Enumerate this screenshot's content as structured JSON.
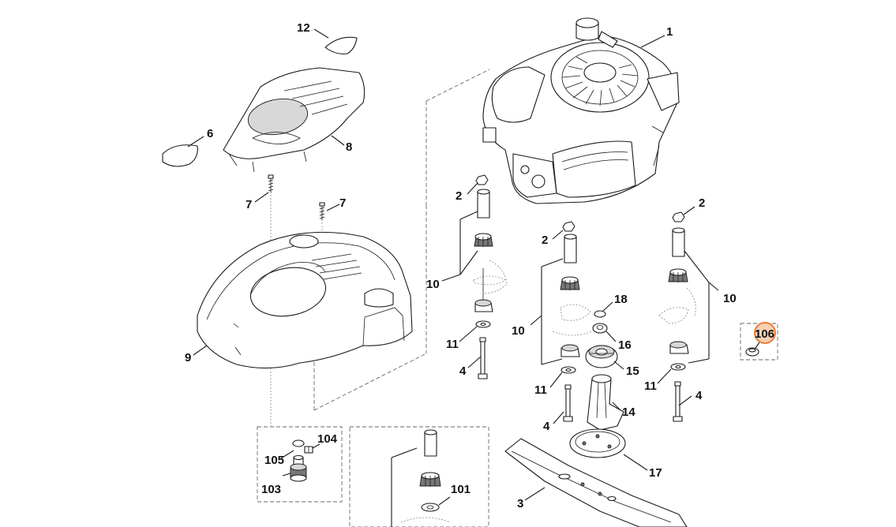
{
  "diagram": {
    "callouts": [
      {
        "id": "c1",
        "text": "1"
      },
      {
        "id": "c2a",
        "text": "2"
      },
      {
        "id": "c2b",
        "text": "2"
      },
      {
        "id": "c2c",
        "text": "2"
      },
      {
        "id": "c3",
        "text": "3"
      },
      {
        "id": "c4a",
        "text": "4"
      },
      {
        "id": "c4b",
        "text": "4"
      },
      {
        "id": "c4c",
        "text": "4"
      },
      {
        "id": "c6",
        "text": "6"
      },
      {
        "id": "c7a",
        "text": "7"
      },
      {
        "id": "c7b",
        "text": "7"
      },
      {
        "id": "c8",
        "text": "8"
      },
      {
        "id": "c9",
        "text": "9"
      },
      {
        "id": "c10a",
        "text": "10"
      },
      {
        "id": "c10b",
        "text": "10"
      },
      {
        "id": "c10c",
        "text": "10"
      },
      {
        "id": "c11a",
        "text": "11"
      },
      {
        "id": "c11b",
        "text": "11"
      },
      {
        "id": "c11c",
        "text": "11"
      },
      {
        "id": "c12",
        "text": "12"
      },
      {
        "id": "c14",
        "text": "14"
      },
      {
        "id": "c15",
        "text": "15"
      },
      {
        "id": "c16",
        "text": "16"
      },
      {
        "id": "c17",
        "text": "17"
      },
      {
        "id": "c18",
        "text": "18"
      },
      {
        "id": "c101",
        "text": "101"
      },
      {
        "id": "c103",
        "text": "103"
      },
      {
        "id": "c104",
        "text": "104"
      },
      {
        "id": "c105",
        "text": "105"
      },
      {
        "id": "c106",
        "text": "106"
      }
    ],
    "highlighted_part": "106",
    "highlight_color": "#e8803a"
  }
}
